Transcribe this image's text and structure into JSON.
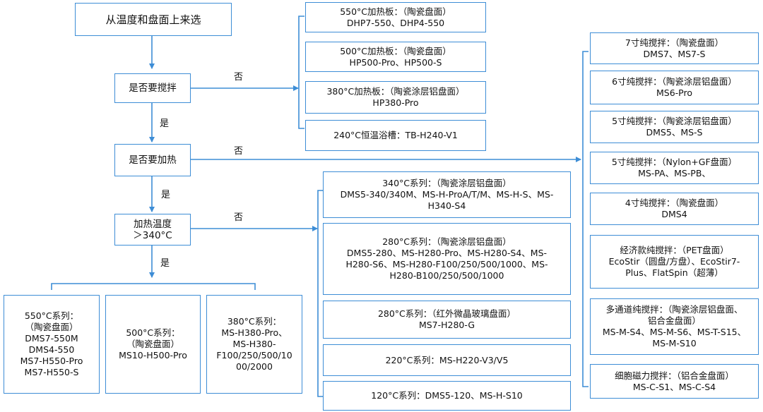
{
  "root": "从温度和盘面上来选",
  "decisions": {
    "stir": "是否要搅拌",
    "heat": "是否要加热",
    "temp": "加热温度\n＞340°C"
  },
  "labels": {
    "no": "否",
    "yes": "是"
  },
  "hotplates": [
    {
      "title": "550°C加热板：（陶瓷盘面）",
      "models": "DHP7-550、DHP4-550"
    },
    {
      "title": "500°C加热板：（陶瓷盘面）",
      "models": "HP500-Pro、HP500-S"
    },
    {
      "title": "380°C加热板：（陶瓷涂层铝盘面）",
      "models": "HP380-Pro"
    },
    {
      "title": "240°C恒温浴槽：TB-H240-V1",
      "models": ""
    }
  ],
  "stirrers": [
    {
      "title": "7寸纯搅拌：（陶瓷盘面）",
      "models": "DMS7、MS7-S"
    },
    {
      "title": "6寸纯搅拌：（陶瓷涂层铝盘面）",
      "models": "MS6-Pro"
    },
    {
      "title": "5寸纯搅拌：（陶瓷涂层铝盘面）",
      "models": "DMS5、MS-S"
    },
    {
      "title": "5寸纯搅拌：（Nylon+GF盘面）",
      "models": "MS-PA、MS-PB、"
    },
    {
      "title": "4寸纯搅拌：（陶瓷盘面）",
      "models": "DMS4"
    },
    {
      "title": "经济款纯搅拌：（PET盘面）",
      "models": "EcoStir（圆盘/方盘）、EcoStir7-\nPlus、FlatSpin（超薄）"
    },
    {
      "title": "多通道纯搅拌：（陶瓷涂层铝盘面、\n铝合金盘面）",
      "models": "MS-M-S4、MS-M-S6、MS-T-S15、\nMS-M-S10"
    },
    {
      "title": "细胞磁力搅拌：（铝合金盘面）",
      "models": "MS-C-S1、MS-C-S4"
    }
  ],
  "low_temp": [
    {
      "title": "340°C系列：（陶瓷涂层铝盘面）",
      "models": "DMS5-340/340M、MS-H-ProA/T/M、MS-H-S、MS-\nH340-S4"
    },
    {
      "title": "280°C系列：（陶瓷涂层铝盘面）",
      "models": "DMS5-280、MS-H280-Pro、MS-H280-S4、MS-\nH280-S6、MS-H280-F100/250/500/1000、MS-\nH280-B100/250/500/1000"
    },
    {
      "title": "280°C系列：（红外微晶玻璃盘面）",
      "models": "MS7-H280-G"
    },
    {
      "title": "220°C系列：MS-H220-V3/V5",
      "models": ""
    },
    {
      "title": "120°C系列：DMS5-120、MS-H-S10",
      "models": ""
    }
  ],
  "high_temp": [
    {
      "title": "550°C系列：\n（陶瓷盘面）",
      "models": "DMS7-550M\nDMS4-550\nMS7-H550-Pro\nMS7-H550-S"
    },
    {
      "title": "500°C系列：\n（陶瓷盘面）",
      "models": "MS10-H500-Pro"
    },
    {
      "title": "380°C系列：",
      "models": "MS-H380-Pro、\nMS-H380-\nF100/250/500/10\n00/2000"
    }
  ]
}
